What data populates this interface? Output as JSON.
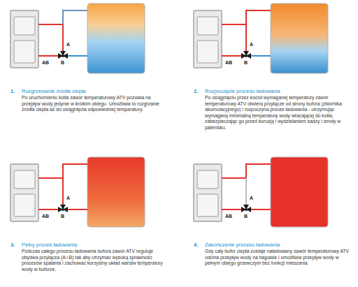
{
  "diagram": {
    "labels": [
      "A",
      "AB",
      "B",
      "1.",
      "Rozgrzewanie źródła ciepła",
      "Po uruchomieniu kotła zawór temperaturowy ATV pozwala na przepływ wody jedynie w krótkim obiegu. Umożliwia to rozgrzanie źródła ciepła aż do osiągnięcia odpowiedniej temperatury.",
      "A",
      "AB",
      "B",
      "2.",
      "Rozpoczęcie procesu ładowania",
      "Po osiągnięciu przez kocioł wymaganej temperatury zawór temperaturowy ATV otwiera przyłącze od strony bufora (zbiornika akumulacyjnego) i rozpoczyna proces ładowania - utrzymując wymaganą minimalną temperaturę wody wracającej do kotła, zabezpieczając go przed korozją i wydzielaniem sadzy i smoły w palenisku.",
      "A",
      "AB",
      "B",
      "3.",
      "Pełny proces ładowania",
      "Podczas całego procesu ładowania bufora zawór ATV reguluje obydwa przyłącza (A i B) tak aby utrzymać wysoką sprawność procesów spalania i zachować korzystny układ warstw temperatury wody w buforze.",
      "A",
      "AB",
      "B",
      "4.",
      "Zakończenie procesu ładowania",
      "Gdy cały bufor ciepła zostaje naładowany zawór temperaturowy ATV odcina przepływ wody na bajpasie i umożliwia przepływ wody w pełnym obiegu grzewczym bez funkcji mieszania."
    ]
  }
}
